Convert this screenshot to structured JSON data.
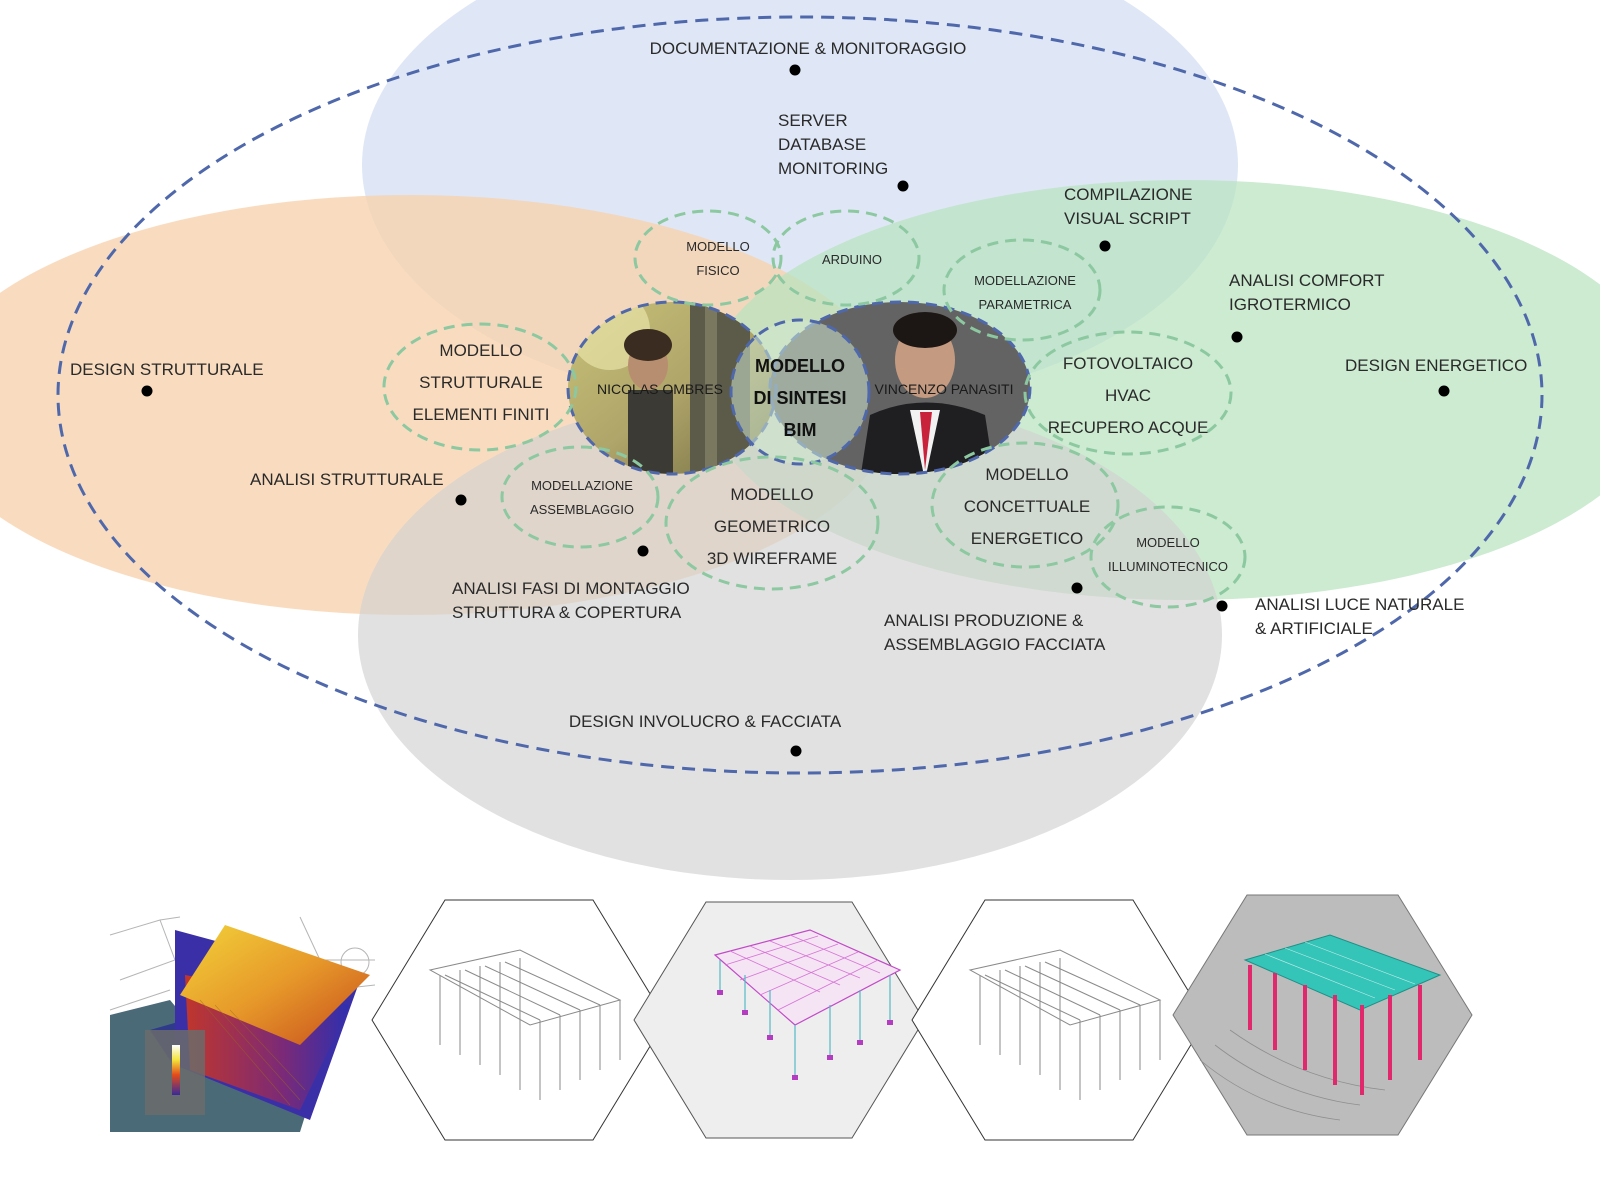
{
  "colors": {
    "blue_zone": "#dfe7f6",
    "orange_zone": "#f7d2ad",
    "green_zone": "#bfe6c4",
    "gray_zone": "#dadada",
    "outer_dash": "#4f68ab",
    "inner_dash": "#8cc8a0",
    "core_dash": "#4f68ab"
  },
  "zones": {
    "documentazione": "DOCUMENTAZIONE & MONITORAGGIO",
    "strutturale": "DESIGN STRUTTURALE",
    "energetico": "DESIGN ENERGETICO",
    "involucro": "DESIGN INVOLUCRO & FACCIATA"
  },
  "labels": {
    "server": [
      "SERVER",
      "DATABASE",
      "MONITORING"
    ],
    "compilazione": [
      "COMPILAZIONE",
      "VISUAL SCRIPT"
    ],
    "comfort": [
      "ANALISI COMFORT",
      "IGROTERMICO"
    ],
    "analisi_strutturale": "ANALISI STRUTTURALE",
    "fasi_montaggio": [
      "ANALISI FASI DI MONTAGGIO",
      "STRUTTURA & COPERTURA"
    ],
    "produzione": [
      "ANALISI PRODUZIONE &",
      "ASSEMBLAGGIO FACCIATA"
    ],
    "luce": [
      "ANALISI LUCE NATURALE",
      "& ARTIFICIALE"
    ]
  },
  "nodes": {
    "modello_fisico": [
      "MODELLO",
      "FISICO"
    ],
    "arduino": "ARDUINO",
    "parametrica": [
      "MODELLAZIONE",
      "PARAMETRICA"
    ],
    "strutturale": [
      "MODELLO",
      "STRUTTURALE",
      "ELEMENTI FINITI"
    ],
    "fotovoltaico": [
      "FOTOVOLTAICO",
      "HVAC",
      "RECUPERO ACQUE"
    ],
    "assemblaggio": [
      "MODELLAZIONE",
      "ASSEMBLAGGIO"
    ],
    "geometrico": [
      "MODELLO",
      "GEOMETRICO",
      "3D WIREFRAME"
    ],
    "concettuale": [
      "MODELLO",
      "CONCETTUALE",
      "ENERGETICO"
    ],
    "illuminotecnico": [
      "MODELLO",
      "ILLUMINOTECNICO"
    ]
  },
  "core": {
    "lines": [
      "MODELLO",
      "DI SINTESI",
      "BIM"
    ],
    "person_left": "NICOLAS OMBRES",
    "person_right": "VINCENZO PANASITI"
  }
}
